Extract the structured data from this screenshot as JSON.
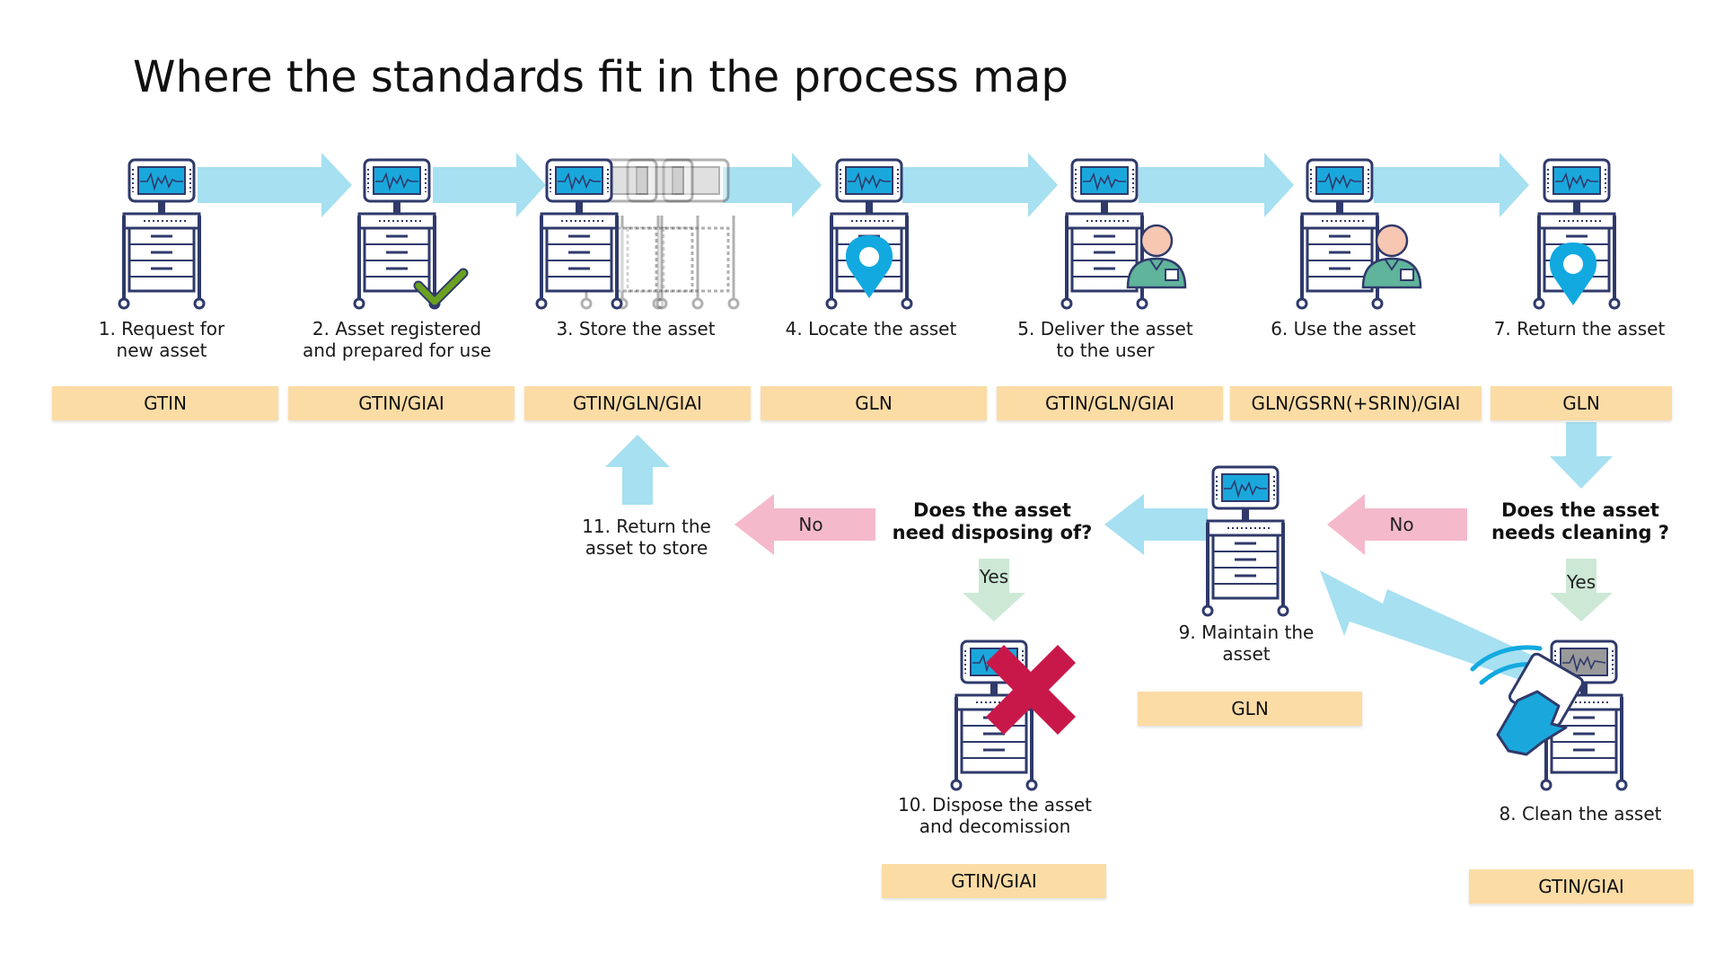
{
  "title": "Where the standards fit in the process map",
  "steps": [
    {
      "label": "1. Request for\nnew asset",
      "code": "GTIN"
    },
    {
      "label": "2. Asset registered\nand prepared for use",
      "code": "GTIN/GIAI"
    },
    {
      "label": "3. Store the asset",
      "code": "GTIN/GLN/GIAI"
    },
    {
      "label": "4. Locate the asset",
      "code": "GLN"
    },
    {
      "label": "5. Deliver the asset\nto the user",
      "code": "GTIN/GLN/GIAI"
    },
    {
      "label": "6. Use the asset",
      "code": "GLN/GSRN(+SRIN)/GIAI"
    },
    {
      "label": "7. Return the asset",
      "code": "GLN"
    },
    {
      "label": "8. Clean the asset",
      "code": "GTIN/GIAI"
    },
    {
      "label": "9. Maintain the\nasset",
      "code": "GLN"
    },
    {
      "label": "10. Dispose the asset\nand decomission",
      "code": "GTIN/GIAI"
    },
    {
      "label": "11. Return the\nasset to store",
      "code": ""
    }
  ],
  "decisions": {
    "cleaning": {
      "question": "Does the asset\nneeds cleaning ?",
      "yes": "Yes",
      "no": "No"
    },
    "disposing": {
      "question": "Does the  asset\nneed disposing of?",
      "yes": "Yes",
      "no": "No"
    }
  },
  "colors": {
    "flow_arrow": "#a6e0f1",
    "no_arrow": "#f5b9cc",
    "yes_arrow": "#cde9d6",
    "code_box": "#fbdca5",
    "device_outline": "#2f3a6b",
    "screen": "#1aa8dc",
    "pin": "#12a9e0",
    "check": "#6aa120",
    "cross": "#c8184a",
    "glove": "#1aa8dc",
    "person_skin": "#f7c7b2",
    "person_shirt": "#5fb49b"
  },
  "icons": [
    "medical-cart-icon",
    "check-icon",
    "location-pin-icon",
    "clinician-icon",
    "cleaning-glove-icon",
    "cross-icon"
  ]
}
